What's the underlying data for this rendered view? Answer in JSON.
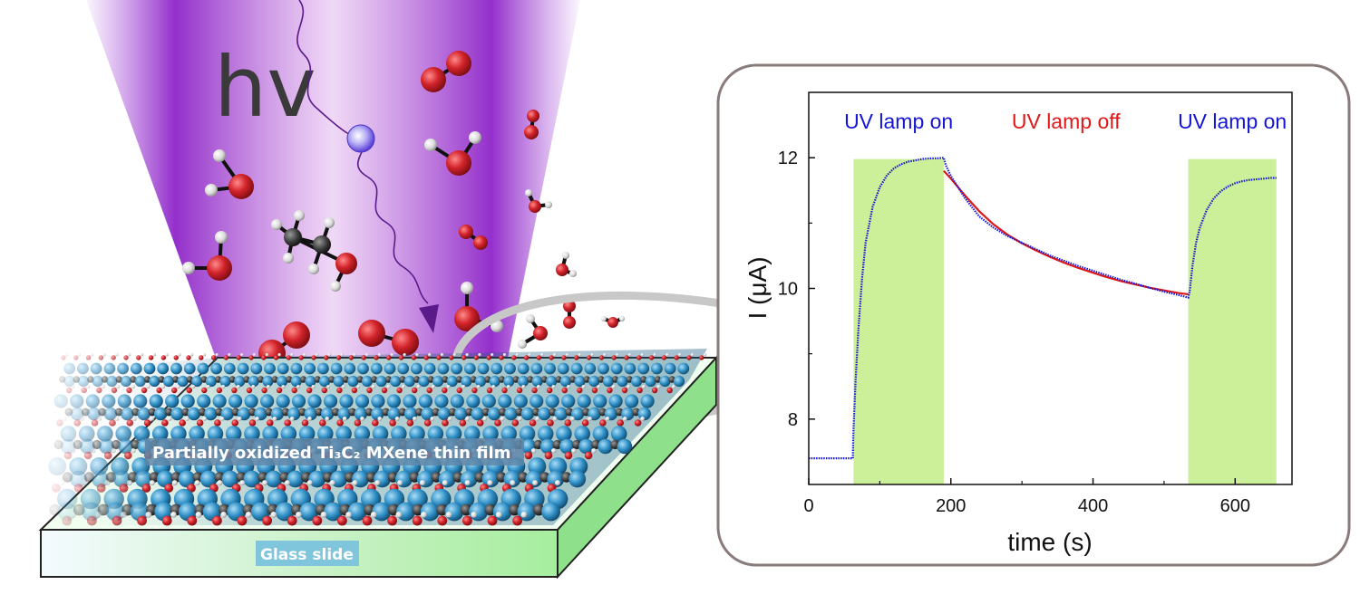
{
  "scene": {
    "hv_label": "hv",
    "film_label": "Partially oxidized Ti₃C₂ MXene thin film",
    "glass_label": "Glass slide"
  },
  "colors": {
    "beam": "#8e24c8",
    "oxygen": "#d2232a",
    "hydrogen": "#e6e6e6",
    "carbon": "#3c3c3c",
    "titanium": "#2f8fc6",
    "glass": "#b6f0b0",
    "uv_on_shade": "#ccf09a",
    "curve_on": "#1515d9",
    "curve_off": "#e01818",
    "panel_border": "#8a7b7b"
  },
  "chart_data": {
    "type": "line",
    "xlabel": "time (s)",
    "ylabel": "I (μA)",
    "xlim": [
      0,
      680
    ],
    "ylim": [
      7,
      13
    ],
    "xticks": [
      0,
      200,
      400,
      600
    ],
    "yticks": [
      8,
      10,
      12
    ],
    "shaded_regions": [
      {
        "x0": 63,
        "x1": 190,
        "label": "UV lamp on",
        "color": "#1515d9"
      },
      {
        "x0": 534,
        "x1": 658,
        "label": "UV lamp on",
        "color": "#1515d9"
      }
    ],
    "annotations": [
      {
        "text": "UV lamp off",
        "x": 362,
        "color": "#e01818"
      }
    ],
    "series": [
      {
        "color": "#1515d9",
        "style": "dots",
        "x": [
          0,
          20,
          40,
          62,
          63,
          66,
          70,
          75,
          80,
          90,
          100,
          110,
          120,
          130,
          140,
          150,
          160,
          170,
          180,
          190,
          193,
          200,
          220,
          240,
          260,
          280,
          300,
          320,
          340,
          360,
          380,
          400,
          420,
          440,
          460,
          480,
          500,
          520,
          534,
          536,
          540,
          545,
          550,
          560,
          570,
          580,
          590,
          600,
          610,
          620,
          630,
          640,
          650,
          658
        ],
        "y": [
          7.4,
          7.4,
          7.4,
          7.4,
          7.85,
          8.6,
          9.4,
          10.15,
          10.7,
          11.25,
          11.55,
          11.73,
          11.84,
          11.9,
          11.94,
          11.96,
          11.98,
          11.99,
          11.99,
          12.0,
          11.88,
          11.72,
          11.38,
          11.1,
          10.93,
          10.8,
          10.7,
          10.6,
          10.5,
          10.42,
          10.34,
          10.27,
          10.2,
          10.13,
          10.07,
          10.01,
          9.95,
          9.9,
          9.86,
          9.95,
          10.35,
          10.7,
          10.92,
          11.2,
          11.38,
          11.49,
          11.56,
          11.61,
          11.64,
          11.66,
          11.67,
          11.68,
          11.69,
          11.69
        ]
      },
      {
        "color": "#e01818",
        "style": "line",
        "x": [
          190,
          200,
          220,
          240,
          260,
          280,
          300,
          320,
          340,
          360,
          380,
          400,
          420,
          440,
          460,
          480,
          500,
          520,
          534
        ],
        "y": [
          11.8,
          11.68,
          11.42,
          11.18,
          10.98,
          10.82,
          10.69,
          10.58,
          10.48,
          10.39,
          10.31,
          10.24,
          10.17,
          10.11,
          10.06,
          10.01,
          9.97,
          9.93,
          9.91
        ]
      }
    ]
  }
}
